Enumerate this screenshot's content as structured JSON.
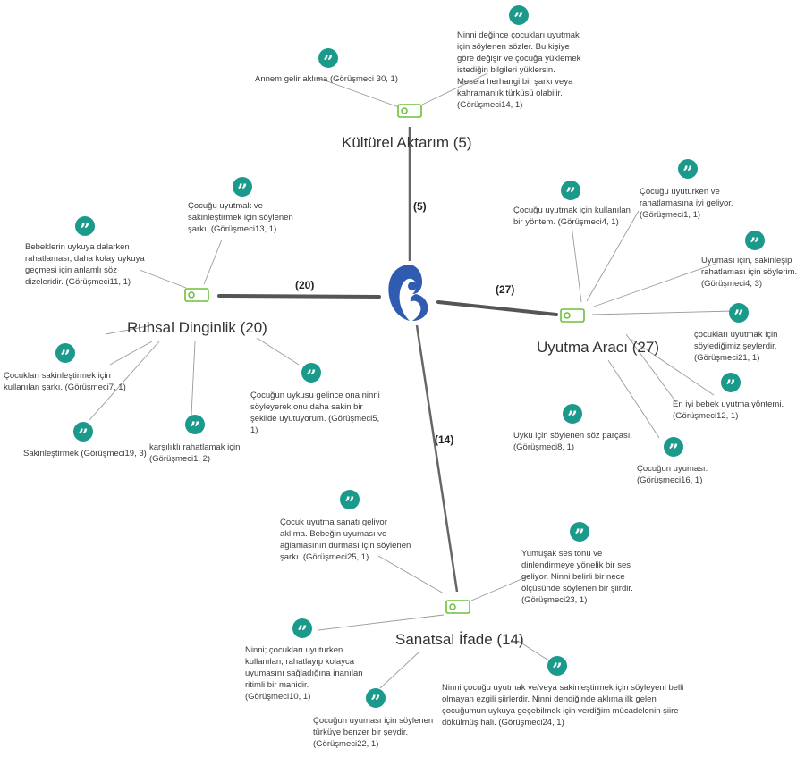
{
  "center": {
    "icon": "mother-and-baby-icon",
    "color": "#2f5bb0"
  },
  "colors": {
    "quote": "#1b9a8b",
    "tag": "#6cbf3a",
    "line": "#555555"
  },
  "categories": {
    "kulturel": {
      "label": "Kültürel Aktarım (5)",
      "edge": "(5)"
    },
    "ruhsal": {
      "label": "Ruhsal Dinginlik (20)",
      "edge": "(20)"
    },
    "uyutma": {
      "label": "Uyutma Aracı (27)",
      "edge": "(27)"
    },
    "sanatsal": {
      "label": "Sanatsal İfade (14)",
      "edge": "(14)"
    }
  },
  "quotes": {
    "k1": "Annem gelir aklıma (Görüşmeci 30, 1)",
    "k2": "Ninni değince çocukları uyutmak için söylenen sözler. Bu kişiye göre değişir ve çocuğa yüklemek istediğin bilgileri yüklersin. Mesela herhangi bir şarkı veya kahramanlık türküsü olabilir. (Görüşmeci14, 1)",
    "r1": "Çocuğu uyutmak ve sakinleştirmek için söylenen şarkı. (Görüşmeci13, 1)",
    "r2": "Bebeklerin uykuya dalarken rahatlaması, daha kolay uykuya geçmesi için anlamlı söz dizeleridir. (Görüşmeci11, 1)",
    "r3": "Çocukları sakinleştirmek için kullanılan şarkı. (Görüşmeci7, 1)",
    "r4": "Sakinleştirmek (Görüşmeci19, 3)",
    "r5": "karşılıklı rahatlamak için (Görüşmeci1, 2)",
    "r6": "Çocuğun uykusu gelince ona ninni söyleyerek onu daha sakin bir şekilde uyutuyorum. (Görüşmeci5, 1)",
    "u1": "Çocuğu uyutmak için kullanılan bir yöntem. (Görüşmeci4, 1)",
    "u2": "Çocuğu uyuturken ve rahatlamasına iyi geliyor. (Görüşmeci1, 1)",
    "u3": "Uyuması için, sakinleşip rahatlaması için söylerim. (Görüşmeci4, 3)",
    "u4": "çocukları uyutmak için söylediğimiz şeylerdir. (Görüşmeci21, 1)",
    "u5": "En iyi bebek uyutma yöntemi. (Görüşmeci12, 1)",
    "u6": "Uyku için söylenen söz parçası. (Görüşmeci8, 1)",
    "u7": "Çocuğun uyuması. (Görüşmeci16, 1)",
    "s1": "Çocuk uyutma sanatı geliyor aklıma. Bebeğin uyuması ve ağlamasının durması için söylenen şarkı. (Görüşmeci25, 1)",
    "s2": "Yumuşak ses tonu ve dinlendirmeye yönelik bir ses geliyor. Ninni belirli bir nece ölçüsünde söylenen bir şiirdir. (Görüşmeci23, 1)",
    "s3": "Ninni; çocukları uyuturken kullanılan, rahatlayıp kolayca uyumasını sağladığına inanılan ritimli bir manidir. (Görüşmeci10, 1)",
    "s4": "Çocuğun uyuması için söylenen türküye benzer bir şeydir. (Görüşmeci22, 1)",
    "s5": "Ninni çocuğu uyutmak ve/veya sakinleştirmek için söyleyeni belli olmayan ezgili şiirlerdir. Ninni dendiğinde aklıma ilk gelen çocuğumun uykuya geçebilmek için verdiğim mücadelenin şiire dökülmüş hali. (Görüşmeci24, 1)"
  }
}
